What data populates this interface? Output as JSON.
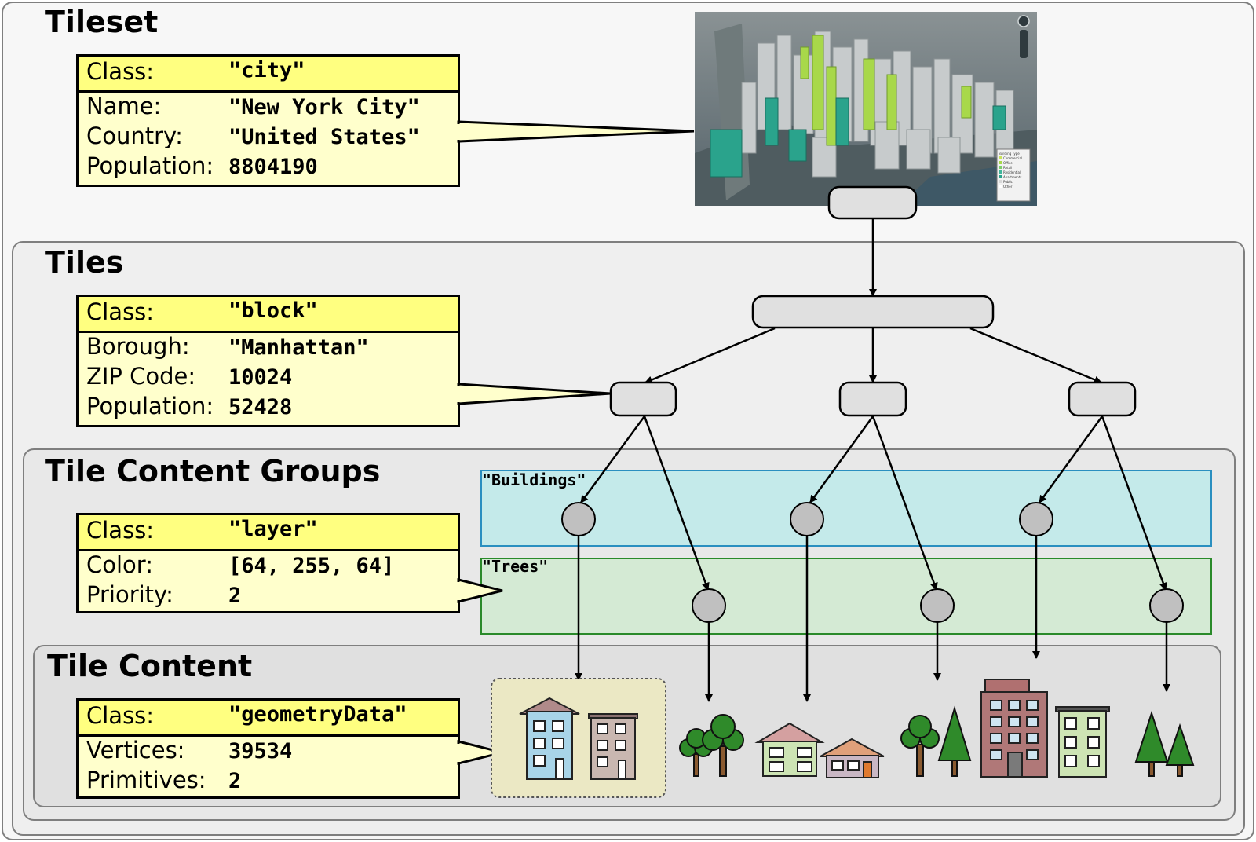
{
  "sections": {
    "tileset": "Tileset",
    "tiles": "Tiles",
    "groups": "Tile Content Groups",
    "content": "Tile Content"
  },
  "boxes": {
    "tileset": {
      "class_label": "Class:",
      "class_value": "\"city\"",
      "rows": [
        {
          "label": "Name:",
          "value": "\"New York City\""
        },
        {
          "label": "Country:",
          "value": "\"United States\""
        },
        {
          "label": "Population:",
          "value": "8804190"
        }
      ]
    },
    "tiles": {
      "class_label": "Class:",
      "class_value": "\"block\"",
      "rows": [
        {
          "label": "Borough:",
          "value": "\"Manhattan\""
        },
        {
          "label": "ZIP Code:",
          "value": "10024"
        },
        {
          "label": "Population:",
          "value": "52428"
        }
      ]
    },
    "groups": {
      "class_label": "Class:",
      "class_value": "\"layer\"",
      "rows": [
        {
          "label": "Color:",
          "value": "[64, 255, 64]"
        },
        {
          "label": "Priority:",
          "value": "2"
        }
      ]
    },
    "content": {
      "class_label": "Class:",
      "class_value": "\"geometryData\"",
      "rows": [
        {
          "label": "Vertices:",
          "value": "39534"
        },
        {
          "label": "Primitives:",
          "value": "2"
        }
      ]
    }
  },
  "group_labels": {
    "buildings": "\"Buildings\"",
    "trees": "\"Trees\""
  },
  "map_legend": {
    "title": "Building Type",
    "items": [
      {
        "label": "Commercial",
        "color": "#c9e35a"
      },
      {
        "label": "Office",
        "color": "#a8d84a"
      },
      {
        "label": "Retail",
        "color": "#7ccf6a"
      },
      {
        "label": "Residential",
        "color": "#3fb59a"
      },
      {
        "label": "Apartments",
        "color": "#2aa38c"
      },
      {
        "label": "Public",
        "color": "#d8d8d8"
      },
      {
        "label": "Other",
        "color": "#ffffff"
      }
    ]
  },
  "colors": {
    "info_fill": "#ffffcc",
    "info_header": "#ffff80",
    "buildings_group": "#c4eaea",
    "trees_group": "#d4ead4",
    "node_fill": "#e0e0e0",
    "content_node": "#c0c0c0"
  }
}
